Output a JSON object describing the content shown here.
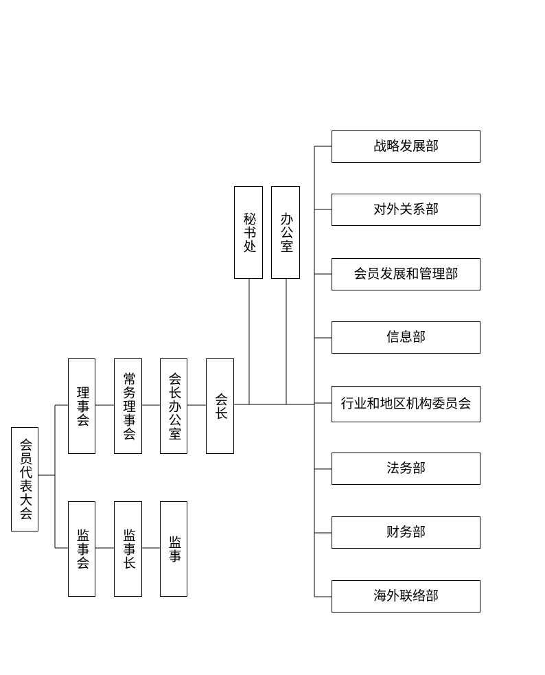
{
  "nodes": {
    "assembly": "会员代表大会",
    "council": "理事会",
    "standing": "常务理事会",
    "pres_office": "会长办公室",
    "president": "会长",
    "secretariat": "秘书处",
    "office": "办公室",
    "supervisory_board": "监事会",
    "chief_supervisor": "监事长",
    "supervisor": "监事",
    "departments": [
      "战略发展部",
      "对外关系部",
      "会员发展和管理部",
      "信息部",
      "行业和地区机构委员会",
      "法务部",
      "财务部",
      "海外联络部"
    ]
  }
}
